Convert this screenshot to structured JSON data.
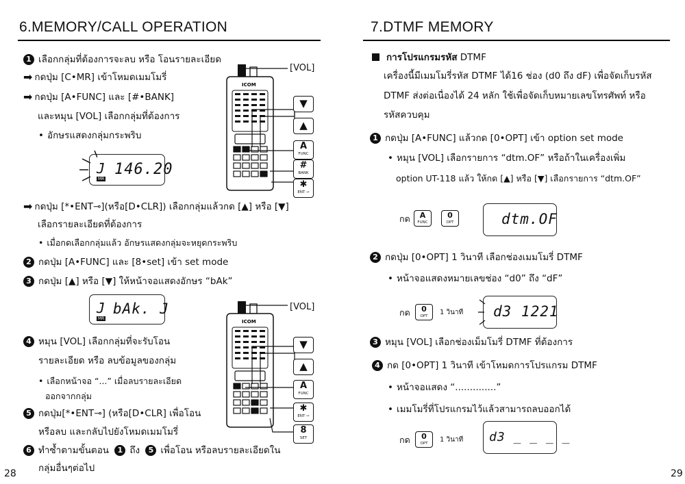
{
  "left": {
    "title": "6.MEMORY/CALL OPERATION",
    "page_number": "28",
    "line1": "เลือกกลุ่มที่ต้องการจะลบ หรือ โอนรายละเอียด",
    "line2": "กดปุ่ม [C•MR] เข้าโหมดเมมโมรี่",
    "line3": "กดปุ่ม [A•FUNC] และ [#•BANK]",
    "line4": "และหมุน [VOL] เลือกกลุ่มที่ต้องการ",
    "line5": "อักษรแสดงกลุ่มกระพริบ",
    "lcd1": "146.20",
    "line6": "กดปุ่ม [*•ENT⊸](หรือ[D•CLR]) เลือกกลุ่มแล้วกด [▲] หรือ [▼]",
    "line7": "เลือกรายละเอียดที่ต้องการ",
    "line8": "เมื่อกดเลือกกลุ่มแล้ว อักษรแสดงกลุ่มจะหยุดกระพริบ",
    "step2": "กดปุ่ม [A•FUNC] และ [8•set] เข้า set mode",
    "step3": "กดปุ่ม [▲]  หรือ [▼] ให้หน้าจอแสดงอักษร “bAk”",
    "lcd2": "bAk. J",
    "step4a": "หมุน [VOL] เลือกกลุ่มที่จะรับโอน",
    "step4b": "รายละเอียด หรือ ลบข้อมูลของกลุ่ม",
    "step4c": "เลือกหน้าจอ “...” เมื่อลบรายละเอียด",
    "step4d": "ออกจากกลุ่ม",
    "step5a": "กดปุ่ม[*•ENT⊸] (หรือ[D•CLR] เพื่อโอน",
    "step5b": "หรือลบ และกลับไปยังโหมดเมมโมรี่",
    "step6a_pre": "ทำซ้ำตามขั้นตอน",
    "step6a_mid": "ถึง",
    "step6a_post": "เพื่อโอน หรือลบรายละเอียดใน",
    "step6b": "กลุ่มอื่นๆต่อไป",
    "vol_label": "[VOL]",
    "brand": "ICOM"
  },
  "right": {
    "title": "7.DTMF MEMORY",
    "page_number": "29",
    "heading_bold": "การโปรแกรมรหัส",
    "heading_normal": " DTMF",
    "intro1": "เครื่องนี้มีเมมโมรี่รหัส DTMF ได้16 ช่อง (d0 ถึง dF) เพื่อจัดเก็บรหัส",
    "intro2": "DTMF  ส่งต่อเนื่องได้ 24 หลัก ใช้เพื่อจัดเก็บหมายเลขโทรศัพท์ หรือ",
    "intro3": "รหัสควบคุม",
    "s1": "กดปุ่ม [A•FUNC] แล้วกด [0•OPT] เข้า option set mode",
    "s1b": "หมุน [VOL] เลือกรายการ “dtm.OF” หรือถ้าในเครื่องเพิ่ม",
    "s1c": "option UT-118 แล้ว ให้กด [▲] หรือ [▼] เลือกรายการ “dtm.OF”",
    "press": "กด",
    "lcd_a": "dtm.OF",
    "s2": "กดปุ่ม [0•OPT] 1 วินาที เลือกช่องเมมโมรี่ DTMF",
    "s2b": "หน้าจอแสดงหมายเลขช่อง “d0” ถึง “dF”",
    "one_sec": "1 วินาที",
    "lcd_b": "d3 1221",
    "s3": "หมุน [VOL] เลือกช่องเม็มโมรี่ DTMF ที่ต้องการ",
    "s4": "กด [0•OPT] 1 วินาที เข้าโหมดการโปรแกรม DTMF",
    "s4b": "หน้าจอแสดง “..............”",
    "s4c": "เมมโมรี่ที่โปรแกรมไว้แล้วสามารถลบออกได้",
    "lcd_c": "d3 _ _ _ _"
  },
  "keys": {
    "down": "▼",
    "up": "▲",
    "a": "A",
    "func": "FUNC",
    "hash": "#",
    "bank": "BANK",
    "star": "✱",
    "ent": "ENT ⊸",
    "eight": "8",
    "set": "SET",
    "zero": "0",
    "opt": "OPT"
  },
  "steps": {
    "n1": "1",
    "n2": "2",
    "n3": "3",
    "n4": "4",
    "n5": "5",
    "n6": "6"
  }
}
